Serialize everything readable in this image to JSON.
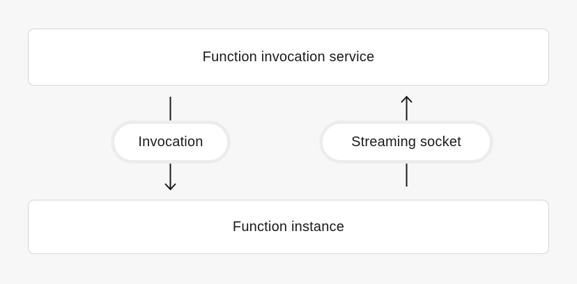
{
  "colors": {
    "page-bg": "#f7f7f7",
    "node-bg": "#ffffff",
    "node-border": "#d6d6d6",
    "pill-bg": "#ffffff",
    "pill-border": "#ececec",
    "text": "#1a1a1a",
    "arrow": "#1a1a1a"
  },
  "diagram": {
    "top_node": {
      "label": "Function invocation service"
    },
    "bottom_node": {
      "label": "Function instance"
    },
    "edges": [
      {
        "label": "Invocation",
        "direction": "down",
        "from": "Function invocation service",
        "to": "Function instance"
      },
      {
        "label": "Streaming socket",
        "direction": "up",
        "from": "Function instance",
        "to": "Function invocation service"
      }
    ]
  }
}
